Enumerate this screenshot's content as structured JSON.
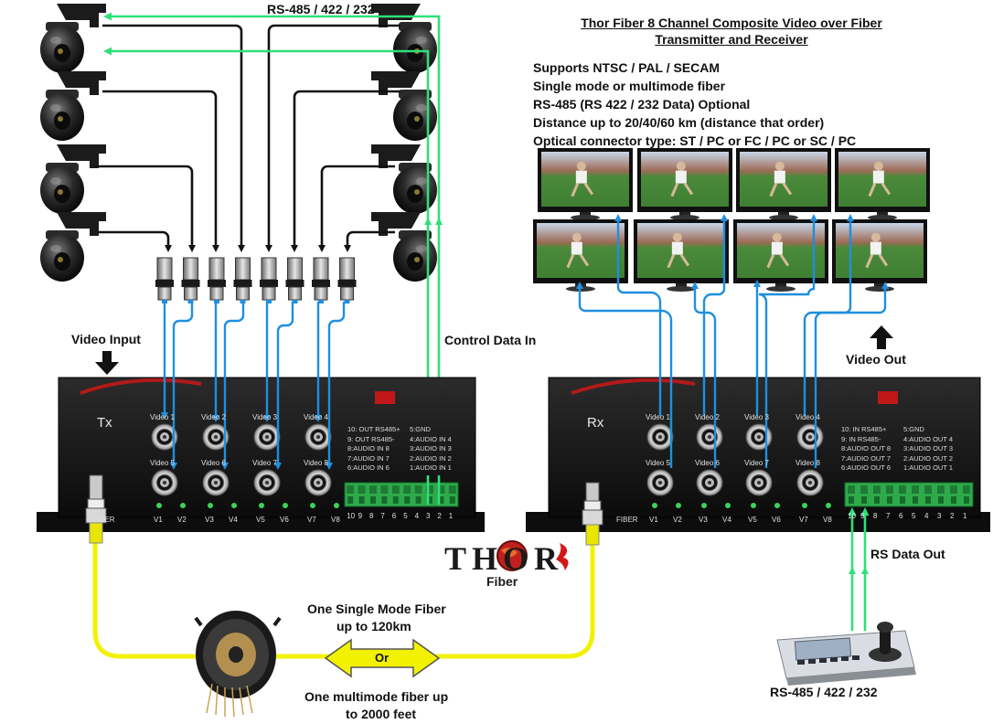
{
  "title_line1": "Thor Fiber 8 Channel Composite Video over Fiber",
  "title_line2": "Transmitter and Receiver",
  "specs": [
    "Supports NTSC / PAL / SECAM",
    "Single mode or multimode fiber",
    "RS-485 (RS 422 / 232 Data) Optional",
    "Distance up to 20/40/60 km (distance that order)",
    "Optical connector type: ST / PC or FC / PC or SC / PC"
  ],
  "labels": {
    "rs485_top": "RS-485 / 422 / 232",
    "video_input": "Video  Input",
    "control_data_in": "Control Data In",
    "video_out": "Video Out",
    "rs_data_out": "RS Data Out",
    "rs485_bottom": "RS-485 / 422 / 232",
    "single_mode_1": "One Single Mode Fiber",
    "single_mode_2": "up to 120km",
    "or": "Or",
    "multimode_1": "One multimode fiber up",
    "multimode_2": "to 2000 feet"
  },
  "brand": {
    "name": "THOR",
    "sub": "Fiber"
  },
  "tx": {
    "name": "Tx",
    "video_top": [
      "Video 1",
      "Video 2",
      "Video 3",
      "Video 4"
    ],
    "video_bottom": [
      "Video 5",
      "Video 6",
      "Video 7",
      "Video 8"
    ],
    "leds": [
      "V1",
      "V2",
      "V3",
      "V4",
      "V5",
      "V6",
      "V7",
      "V8"
    ],
    "fiber": "FIBER",
    "pins_left": [
      "10: OUT RS485+",
      "9: OUT RS485-",
      "8:AUDIO IN 8",
      "7:AUDIO IN 7",
      "6:AUDIO IN 6"
    ],
    "pins_right": [
      "5:GND",
      "4:AUDIO IN 4",
      "3:AUDIO IN 3",
      "2:AUDIO IN 2",
      "1:AUDIO IN 1"
    ],
    "terminal_numbers": [
      "10",
      "9",
      "8",
      "7",
      "6",
      "5",
      "4",
      "3",
      "2",
      "1"
    ]
  },
  "rx": {
    "name": "Rx",
    "video_top": [
      "Video 1",
      "Video 2",
      "Video 3",
      "Video 4"
    ],
    "video_bottom": [
      "Video 5",
      "Video 6",
      "Video 7",
      "Video 8"
    ],
    "leds": [
      "V1",
      "V2",
      "V3",
      "V4",
      "V5",
      "V6",
      "V7",
      "V8"
    ],
    "fiber": "FIBER",
    "pins_left": [
      "10: IN RS485+",
      "9: IN RS485-",
      "8:AUDIO OUT 8",
      "7:AUDIO OUT 7",
      "6:AUDIO OUT 6"
    ],
    "pins_right": [
      "5:GND",
      "4:AUDIO OUT 4",
      "3:AUDIO OUT 3",
      "2:AUDIO OUT 2",
      "1:AUDIO OUT 1"
    ],
    "terminal_numbers": [
      "10",
      "9",
      "8",
      "7",
      "6",
      "5",
      "4",
      "3",
      "2",
      "1"
    ]
  },
  "colors": {
    "cable_blue": "#1e8fe0",
    "data_green": "#2fe07a",
    "fiber_yellow": "#f2f200",
    "device_black": "#151515",
    "terminal_green": "#2faa4a"
  }
}
